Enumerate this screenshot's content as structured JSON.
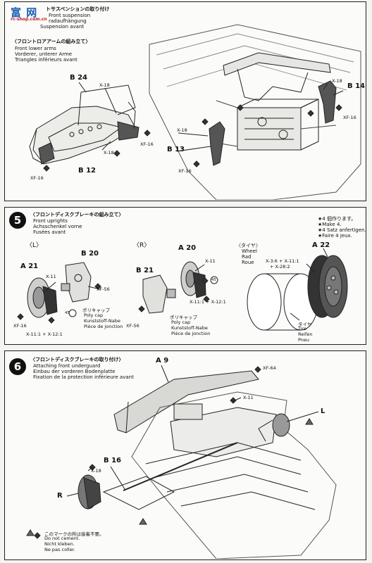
{
  "step4": {
    "title": "トサスペンションの取り付け",
    "lines": [
      "Front suspension",
      "radaufhängung",
      "Suspension avant"
    ],
    "sub_title": "〈フロントロアアームの組み立て〉",
    "sub_lines": [
      "Front lower arms",
      "Vorderer, unterer Arme",
      "Triangles inférieurs avant"
    ],
    "labels": {
      "b24": "B 24",
      "x18a": "X-18",
      "x18b": "X-18",
      "xf16a": "XF-16",
      "b12": "B 12",
      "xf16b": "XF-16",
      "x18c": "X-18",
      "b13": "B 13",
      "xf16c": "XF-16",
      "x18d": "X-18",
      "b14": "B 14",
      "xf16d": "XF-16"
    }
  },
  "watermark": {
    "main": "富 网",
    "sub": "rc-shop.com.cn"
  },
  "step5": {
    "number": "5",
    "title": "〈フロントディスクブレーキの組み立て〉",
    "lines": [
      "Front uprights",
      "Achsschenkel vorne",
      "Fusées avant"
    ],
    "left_tag": "〈L〉",
    "right_tag": "〈R〉",
    "tire_tag": "〈タイヤ〉",
    "tire_lines": [
      "Wheel",
      "Rad",
      "Roue"
    ],
    "note_lines": [
      "★4 個作ります。",
      "★Make 4.",
      "★4 Satz anfertigen.",
      "★Faire 4 jeux."
    ],
    "labels": {
      "b20a": "B 20",
      "a21": "A 21",
      "x11a": "X-11",
      "xf56a": "XF-56",
      "polycap_jp": "ポリキャップ",
      "polycap_en": "Poly cap",
      "polycap_de": "Kunststoff-Nabe",
      "polycap_fr": "Pièce de jonction",
      "xf16": "XF-16",
      "x11x12a": "X-11:1 + X-12:1",
      "a20": "A 20",
      "b21": "B 21",
      "x11b": "X-11",
      "polycap_jp2": "ポリキャップ",
      "polycap_en2": "Poly cap",
      "polycap_de2": "Kunststoff-Nabe",
      "polycap_fr2": "Pièce de jonction",
      "x11x12b": "X-11:1 + X-12:1",
      "xf56b": "XF-56",
      "a22": "A 22",
      "mix1": "X-3:6 + X-11:1",
      "mix2": "+ X-28:2",
      "tire_jp": "タイヤ",
      "tire_en": "Tire",
      "tire_de": "Reifen",
      "tire_fr": "Pneu",
      "ring": "45"
    }
  },
  "step6": {
    "number": "6",
    "title": "〈フロントディスクブレーキの取り付け〉",
    "lines": [
      "Attaching front underguard",
      "Einbau der vorderen Bodenplatte",
      "Fixation de la protection inférieure avant"
    ],
    "labels": {
      "a9": "A 9",
      "xf64": "XF-64",
      "x11": "X-11",
      "l": "L",
      "b16": "B 16",
      "x18": "X-18",
      "r": "R"
    },
    "caution_lines": [
      "このマークの所は接着不要。",
      "Do not cement.",
      "Nicht kleben.",
      "Ne pas coller."
    ]
  }
}
